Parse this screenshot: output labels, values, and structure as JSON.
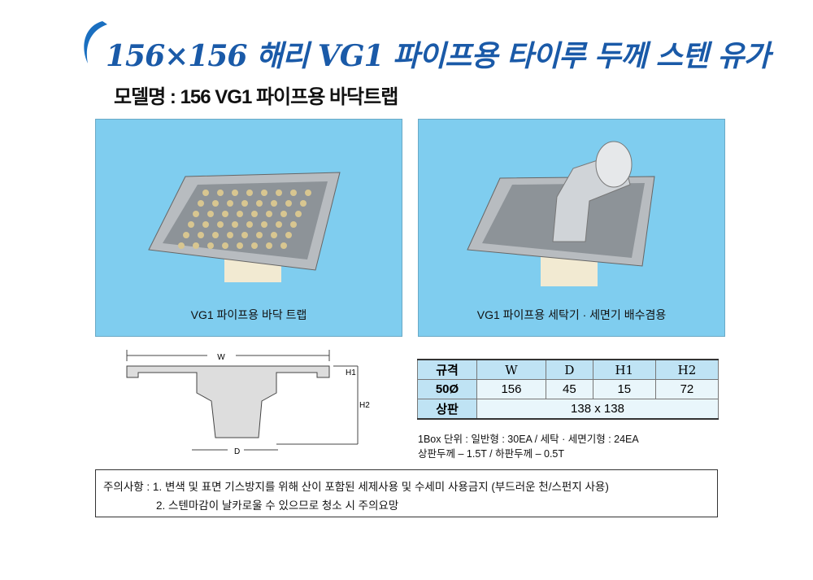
{
  "header": {
    "title": "156×156 해리 VG1 파이프용 타이루 두께 스텐 유가",
    "model": "모델명 : 156 VG1 파이프용 바닥트랩"
  },
  "products": [
    {
      "caption": "VG1 파이프용 바닥 트랩"
    },
    {
      "caption": "VG1 파이프용 세탁기 · 세면기 배수겸용"
    }
  ],
  "diagram": {
    "w_label": "W",
    "d_label": "D",
    "h1_label": "H1",
    "h2_label": "H2"
  },
  "spec_table": {
    "header": [
      "규격",
      "W",
      "D",
      "H1",
      "H2"
    ],
    "row": [
      "50Ø",
      "156",
      "45",
      "15",
      "72"
    ],
    "top_plate": {
      "label": "상판",
      "value": "138 x 138"
    }
  },
  "info": [
    "1Box 단위 : 일반형 : 30EA / 세탁 · 세면기형 : 24EA",
    "상판두께 – 1.5T / 하판두께 – 0.5T"
  ],
  "notes": {
    "line1": "주의사항 : 1. 변색 및 표면 기스방지를 위해 산이 포함된 세제사용 및 수세미 사용금지 (부드러운 천/스펀지 사용)",
    "line2": "2. 스텐마감이 날카로울 수 있으므로 청소 시 주의요망"
  },
  "colors": {
    "title": "#1a5aa8",
    "panel": "#7fcdef",
    "table_header": "#bfe3f4"
  }
}
